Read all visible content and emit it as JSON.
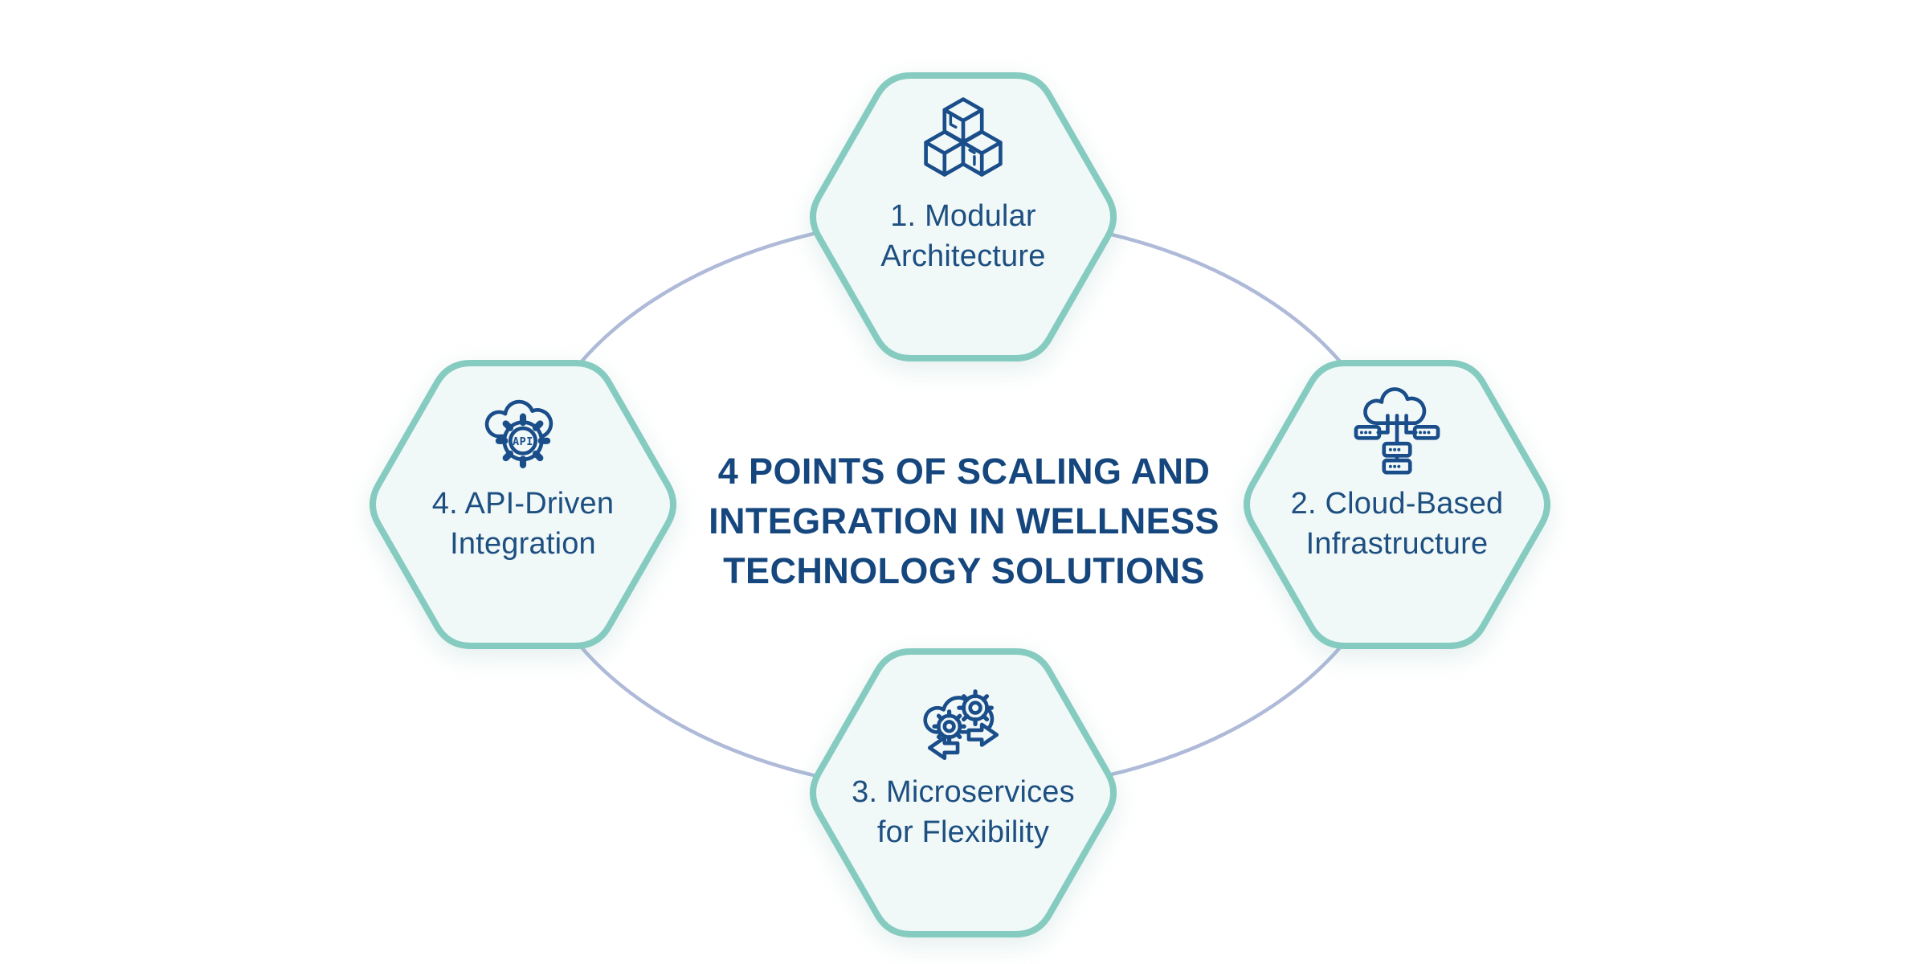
{
  "title": {
    "lines": [
      "4 POINTS OF SCALING AND",
      "INTEGRATION IN WELLNESS",
      "TECHNOLOGY SOLUTIONS"
    ]
  },
  "nodes": [
    {
      "id": "modular-architecture",
      "icon": "cubes-icon",
      "label_lines": [
        "1. Modular",
        "Architecture"
      ]
    },
    {
      "id": "cloud-based-infrastructure",
      "icon": "cloud-servers-icon",
      "label_lines": [
        "2. Cloud-Based",
        "Infrastructure"
      ]
    },
    {
      "id": "microservices-flexibility",
      "icon": "cloud-gears-sync-icon",
      "label_lines": [
        "3. Microservices",
        "for Flexibility"
      ]
    },
    {
      "id": "api-driven-integration",
      "icon": "api-gear-cloud-icon",
      "label_lines": [
        "4. API-Driven",
        "Integration"
      ],
      "icon_text": "API"
    }
  ],
  "colors": {
    "background": "#ffffff",
    "hexagon_fill": "#F1F8F8",
    "hexagon_border": "#85CBC0",
    "icon_stroke": "#1A4E8A",
    "label_text": "#1D4F81",
    "title_text": "#15477E",
    "connector_line": "#AEBAD8"
  }
}
